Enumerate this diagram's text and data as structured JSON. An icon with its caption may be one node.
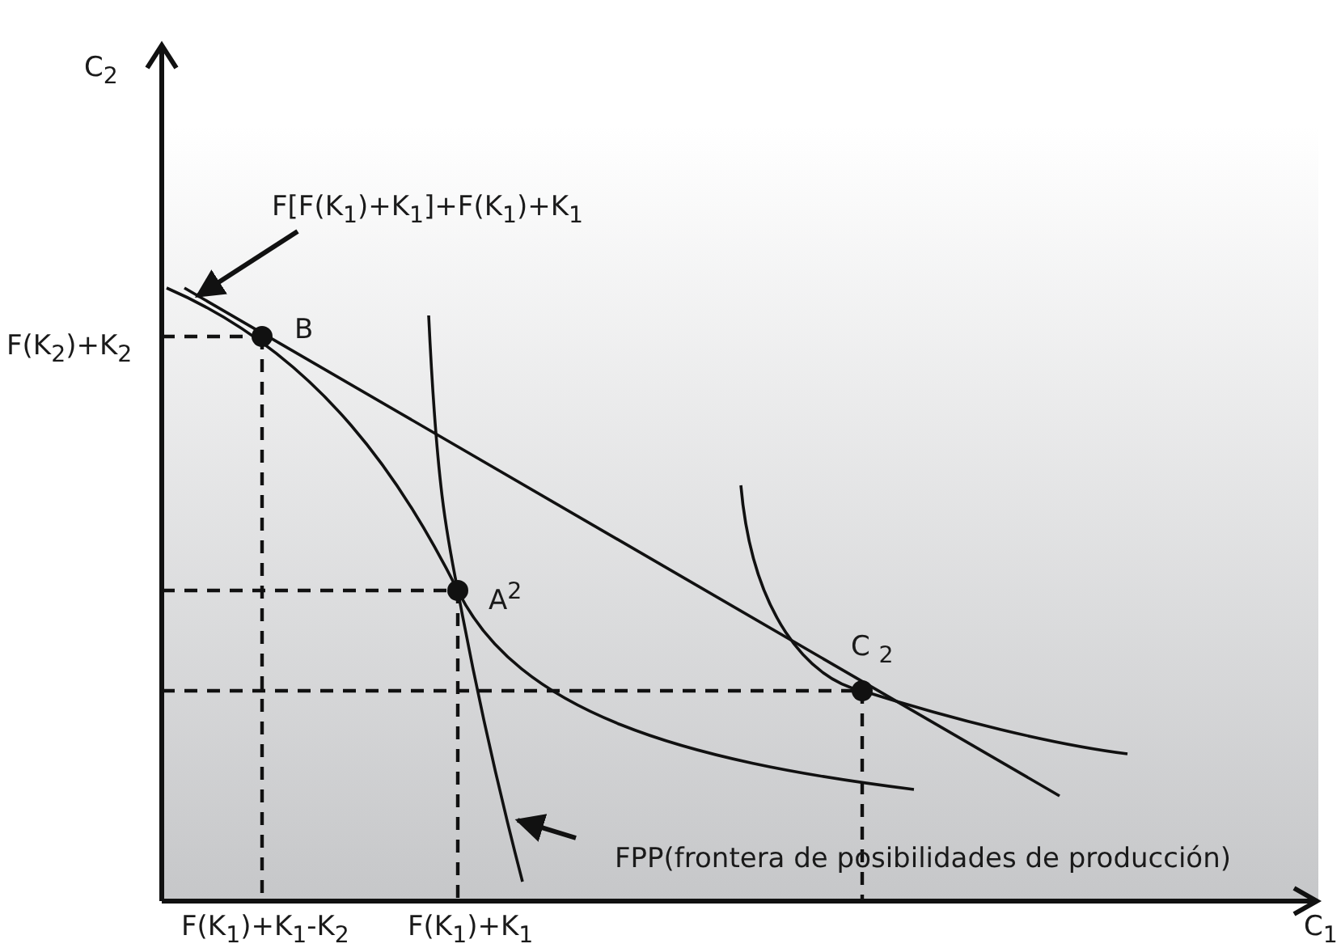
{
  "diagram": {
    "nodes": [
      {
        "text": [
          "F[F(K$_{1}$)+K$_{1}$]+F(K$_{1}$)+K$_{1}$"
        ]
      },
      {
        "text": [
          "FPP(frontera de posibilidades de producción)"
        ]
      },
      {
        "text": [],
        "shape": "curve"
      },
      {
        "text": [],
        "shape": "line"
      }
    ],
    "edges": [
      {
        "from": 0,
        "to": 3,
        "arrow": "to"
      },
      {
        "from": 1,
        "to": 2,
        "arrow": "to"
      }
    ],
    "labels": [
      "C$_{2}$",
      "F(K$_{2}$)+K$_{2}$",
      "B",
      "A$^{2}$",
      "C $_{2}$",
      "F(K$_{1}$)+K$_{1}$-K$_{2}$",
      "F(K$_{1}$)+K$_{1}$",
      "C$_{1}$"
    ]
  }
}
